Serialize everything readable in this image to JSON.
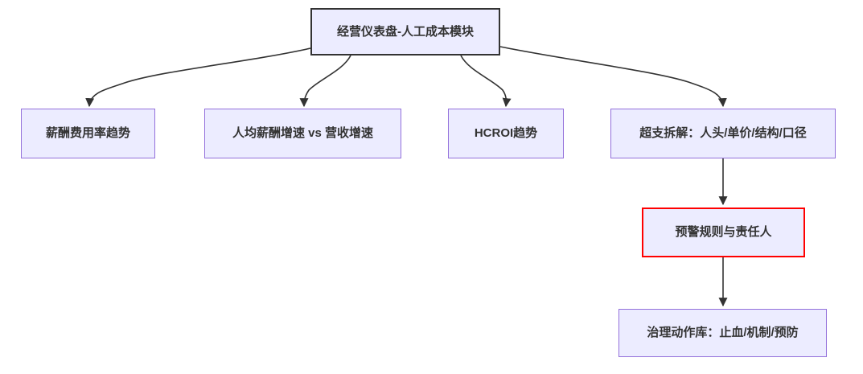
{
  "diagram": {
    "type": "flowchart",
    "direction": "top-down",
    "colors": {
      "node_fill": "#ECECFF",
      "node_border": "#9370DB",
      "root_border": "#333333",
      "alert_border": "#FF0000",
      "edge": "#333333",
      "text": "#333333",
      "background": "#FFFFFF"
    },
    "nodes": {
      "root": {
        "label": "经营仪表盘-人工成本模块",
        "emphasis": "root"
      },
      "salary_cost_ratio_trend": {
        "label": "薪酬费用率趋势",
        "emphasis": "default"
      },
      "salary_growth_vs_revenue": {
        "label": "人均薪酬增速 vs 营收增速",
        "emphasis": "default"
      },
      "hcroi_trend": {
        "label": "HCROI趋势",
        "emphasis": "default"
      },
      "overspend_breakdown": {
        "label": "超支拆解：人头/单价/结构/口径",
        "emphasis": "default"
      },
      "alert_rules_owners": {
        "label": "预警规则与责任人",
        "emphasis": "alert"
      },
      "governance_action_library": {
        "label": "治理动作库：止血/机制/预防",
        "emphasis": "default"
      }
    },
    "edges": [
      {
        "from": "root",
        "to": "salary_cost_ratio_trend",
        "arrow": "end"
      },
      {
        "from": "root",
        "to": "salary_growth_vs_revenue",
        "arrow": "end"
      },
      {
        "from": "root",
        "to": "hcroi_trend",
        "arrow": "end"
      },
      {
        "from": "root",
        "to": "overspend_breakdown",
        "arrow": "end"
      },
      {
        "from": "overspend_breakdown",
        "to": "alert_rules_owners",
        "arrow": "end"
      },
      {
        "from": "alert_rules_owners",
        "to": "governance_action_library",
        "arrow": "end"
      }
    ]
  }
}
